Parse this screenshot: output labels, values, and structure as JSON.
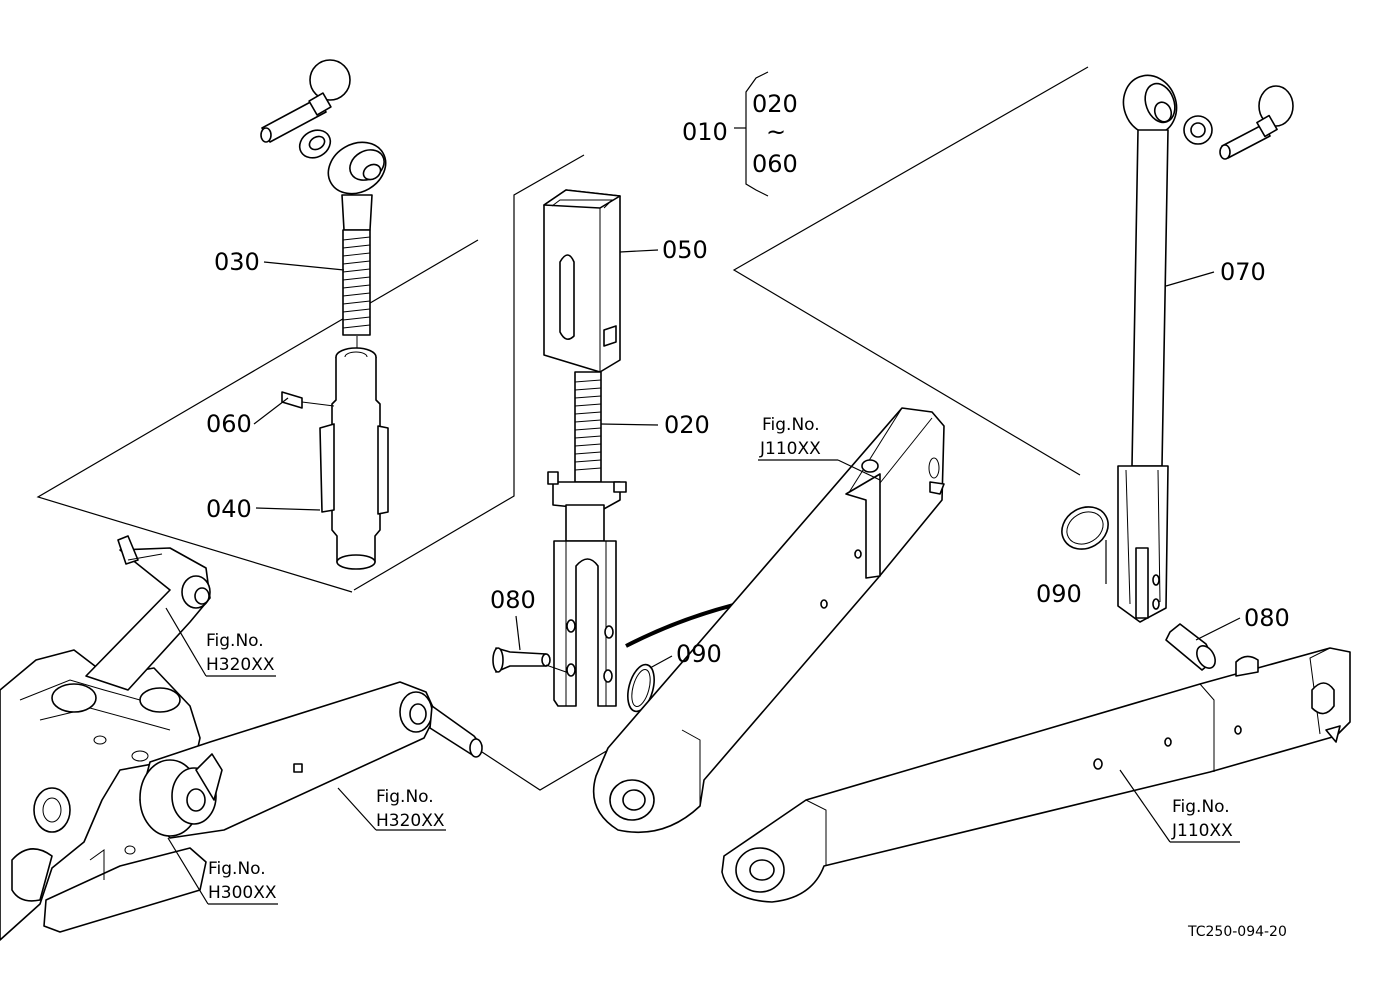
{
  "colors": {
    "ink": "#000000",
    "paper": "#ffffff"
  },
  "labels": {
    "p010": "010",
    "p020_range": "020",
    "tilde": "~",
    "p060_range": "060",
    "p030": "030",
    "p050": "050",
    "p070": "070",
    "p060": "060",
    "p020": "020",
    "p040": "040",
    "p080_left": "080",
    "p090_left": "090",
    "p090_right": "090",
    "p080_right": "080"
  },
  "figure_refs": {
    "j110_top": {
      "line1": "Fig.No.",
      "line2": "J110XX"
    },
    "h320_top": {
      "line1": "Fig.No.",
      "line2": "H320XX"
    },
    "h320_mid": {
      "line1": "Fig.No.",
      "line2": "H320XX"
    },
    "h300": {
      "line1": "Fig.No.",
      "line2": "H300XX"
    },
    "j110_bottom": {
      "line1": "Fig.No.",
      "line2": "J110XX"
    }
  },
  "drawing_code": "TC250-094-20"
}
